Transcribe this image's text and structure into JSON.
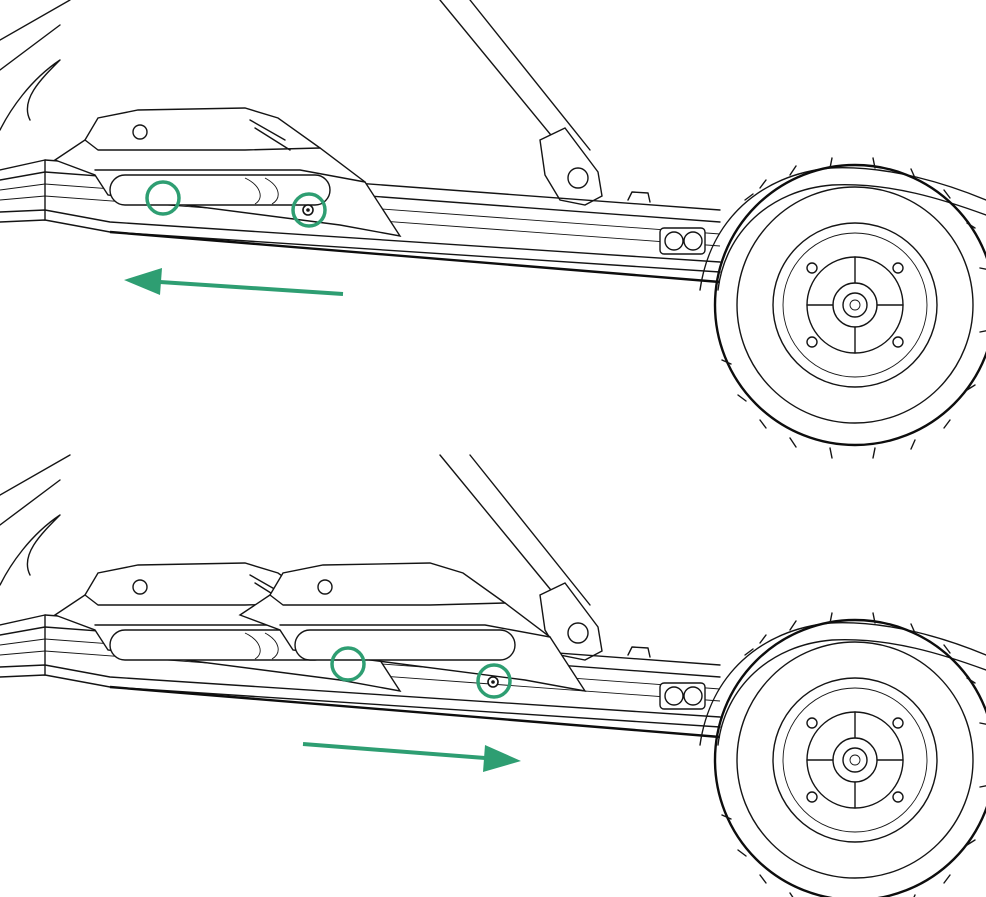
{
  "colors": {
    "accent": "#2e9e72",
    "line": "#141414",
    "background": "#ffffff"
  },
  "panels": [
    {
      "id": "top",
      "arrow_direction": "left"
    },
    {
      "id": "bottom",
      "arrow_direction": "right"
    }
  ]
}
